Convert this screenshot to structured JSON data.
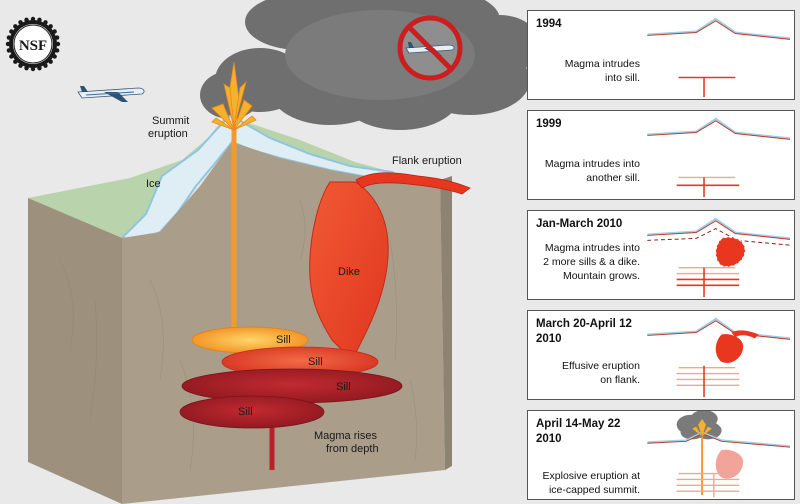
{
  "logo": {
    "text": "NSF"
  },
  "labels": {
    "summit_eruption_line1": "Summit",
    "summit_eruption_line2": "eruption",
    "flank_eruption": "Flank eruption",
    "ice": "Ice",
    "dike": "Dike",
    "sill_1": "Sill",
    "sill_2": "Sill",
    "sill_3": "Sill",
    "sill_4": "Sill",
    "magma_rises_line1": "Magma rises",
    "magma_rises_line2": "from depth"
  },
  "panels": [
    {
      "title": "1994",
      "desc_lines": [
        "Magma intrudes",
        "into sill."
      ]
    },
    {
      "title": "1999",
      "desc_lines": [
        "Magma intrudes into",
        "another sill."
      ]
    },
    {
      "title": "Jan-March 2010",
      "desc_lines": [
        "Magma intrudes into",
        "2 more sills & a dike.",
        "Mountain grows."
      ]
    },
    {
      "title_lines": [
        "March 20-April 12",
        "2010"
      ],
      "desc_lines": [
        "Effusive eruption",
        "on flank."
      ]
    },
    {
      "title_lines": [
        "April 14-May 22",
        "2010"
      ],
      "desc_lines": [
        "Explosive eruption at",
        "ice-capped summit."
      ]
    }
  ],
  "colors": {
    "rock": "#a79b88",
    "grass": "#b9d4ad",
    "ice": "#d8ebf4",
    "magma": "#e8361f",
    "magma_dark": "#a01a1e",
    "conduit": "#f59a2c",
    "ash": "#777777",
    "no_fly": "#cc1e1e"
  }
}
